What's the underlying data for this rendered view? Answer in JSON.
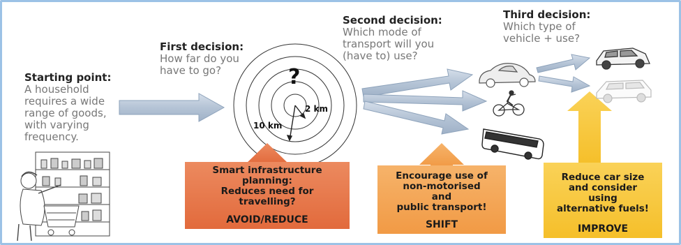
{
  "start": {
    "title": "Starting point:",
    "lines": [
      "A household",
      "requires a wide",
      "range of goods,",
      "with varying",
      "frequency."
    ]
  },
  "first": {
    "title": "First decision:",
    "lines": [
      "How far do you",
      "have to go?"
    ]
  },
  "second": {
    "title": "Second decision:",
    "lines": [
      "Which mode of",
      "transport will you",
      "(have to) use?"
    ]
  },
  "third": {
    "title": "Third decision:",
    "lines": [
      "Which type of",
      "vehicle + use?"
    ]
  },
  "rings": {
    "question": "?",
    "near": "2 km",
    "far": "10 km"
  },
  "avoid": {
    "lines": [
      "Smart infrastructure",
      "planning:",
      "Reduces need for",
      "travelling?"
    ],
    "tag": "AVOID/REDUCE",
    "color": "#e8744a"
  },
  "shift": {
    "lines": [
      "Encourage use of",
      "non-motorised",
      "and",
      "public transport!"
    ],
    "tag": "SHIFT",
    "color": "#f4a354"
  },
  "improve": {
    "lines": [
      "Reduce car size",
      "and consider",
      "using",
      "alternative fuels!"
    ],
    "tag": "IMPROVE",
    "color": "#f7c83d"
  },
  "colors": {
    "flow_arrow": "#b9c8d9",
    "flow_arrow_edge": "#7f96b0",
    "frame": "#9cc2e6"
  }
}
